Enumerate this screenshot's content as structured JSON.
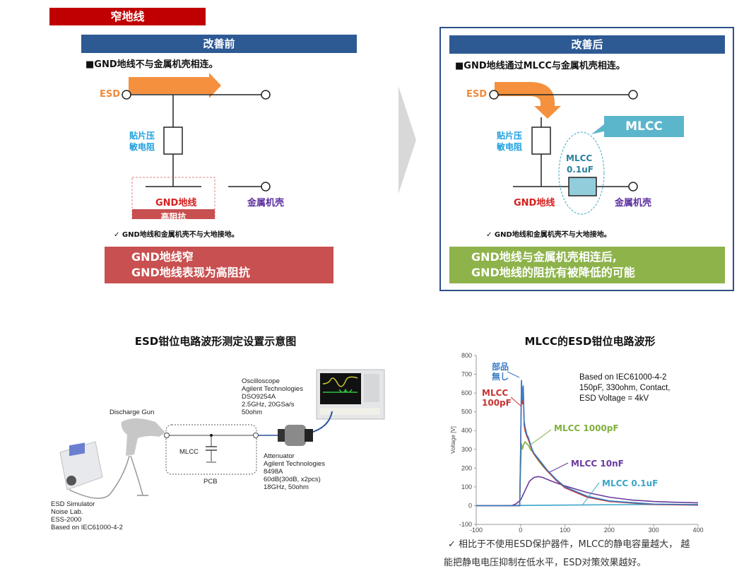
{
  "section_title": "窄地线",
  "before": {
    "header": "改善前",
    "bullet": "■GND地线不与金属机壳相连。",
    "esd_label": "ESD",
    "varistor_label_1": "贴片压",
    "varistor_label_2": "敏电阻",
    "gnd_label": "GND地线",
    "high_impedance_label": "高阻抗",
    "case_label": "金属机壳",
    "note": "✓ GND地线和金属机壳不与大地接地。",
    "banner_line_1": "GND地线窄",
    "banner_line_2": "GND地线表现为高阻抗"
  },
  "after": {
    "header": "改善后",
    "bullet": "■GND地线通过MLCC与金属机壳相连。",
    "esd_label": "ESD",
    "varistor_label_1": "贴片压",
    "varistor_label_2": "敏电阻",
    "callout_label": "MLCC",
    "mlcc_label_1": "MLCC",
    "mlcc_label_2": "0.1uF",
    "gnd_label": "GND地线",
    "case_label": "金属机壳",
    "note": "✓ GND地线和金属机壳不与大地接地。",
    "banner_line_1": "GND地线与金属机壳相连后,",
    "banner_line_2": "GND地线的阻抗有被降低的可能"
  },
  "colors": {
    "section_red": "#c00000",
    "header_blue": "#2e5a94",
    "banner_red": "#c85050",
    "banner_green": "#8db34a",
    "esd_orange": "#f5913e",
    "mlcc_cyan": "#5bb6cc"
  },
  "setup": {
    "title": "ESD钳位电路波形测定设置示意图",
    "oscilloscope": [
      "Oscilloscope",
      "Agilent Technologies",
      "DSO9254A",
      "2.5GHz, 20GSa/s",
      "50ohm"
    ],
    "discharge_gun": "Discharge Gun",
    "mlcc": "MLCC",
    "pcb": "PCB",
    "attenuator": [
      "Attenuator",
      "Agilent Technologies",
      "8498A",
      "60dB(30dB, x2pcs)",
      "18GHz, 50ohm"
    ],
    "simulator": [
      "ESD Simulator",
      "Noise Lab.",
      "ESS-2000",
      "Based on IEC61000-4-2"
    ]
  },
  "chart_data": {
    "type": "line",
    "title": "MLCC的ESD钳位电路波形",
    "xlabel": "",
    "ylabel": "Voltage [V]",
    "xlim": [
      -100,
      400
    ],
    "ylim": [
      -100,
      800
    ],
    "xticks": [
      "-100",
      "0",
      "100",
      "200",
      "300",
      "400"
    ],
    "yticks": [
      "-100",
      "0",
      "100",
      "200",
      "300",
      "400",
      "500",
      "600",
      "700",
      "800"
    ],
    "grid": false,
    "annotation": [
      "Based on IEC61000-4-2",
      "150pF, 330ohm, Contact,",
      "ESD Voltage = 4kV"
    ],
    "series": [
      {
        "name": "部品無し",
        "label_lines": [
          "部品",
          "無し"
        ],
        "color": "#3a7cc4",
        "x": [
          -100,
          -2,
          0,
          2,
          4,
          6,
          8,
          10,
          14,
          18,
          22,
          26,
          30,
          40,
          50,
          60,
          80,
          100,
          150,
          200,
          300,
          400
        ],
        "y": [
          0,
          0,
          300,
          670,
          560,
          640,
          450,
          420,
          380,
          360,
          330,
          300,
          280,
          250,
          220,
          190,
          140,
          100,
          50,
          25,
          8,
          5
        ]
      },
      {
        "name": "MLCC 100pF",
        "label_lines": [
          "MLCC",
          "100pF"
        ],
        "color": "#c83232",
        "x": [
          -100,
          -2,
          0,
          2,
          4,
          6,
          8,
          10,
          14,
          18,
          22,
          26,
          30,
          40,
          50,
          60,
          80,
          100,
          150,
          200,
          300,
          400
        ],
        "y": [
          0,
          0,
          280,
          660,
          540,
          620,
          430,
          400,
          370,
          350,
          320,
          295,
          275,
          245,
          215,
          185,
          135,
          95,
          45,
          22,
          6,
          3
        ]
      },
      {
        "name": "MLCC 1000pF",
        "label_lines": [
          "MLCC 1000pF"
        ],
        "color": "#7fb03c",
        "x": [
          -100,
          -2,
          0,
          2,
          4,
          6,
          10,
          14,
          18,
          22,
          26,
          30,
          40,
          50,
          60,
          80,
          100,
          150,
          200,
          300,
          400
        ],
        "y": [
          0,
          0,
          200,
          330,
          300,
          320,
          340,
          330,
          320,
          300,
          290,
          275,
          240,
          210,
          185,
          140,
          100,
          50,
          25,
          8,
          5
        ]
      },
      {
        "name": "MLCC 10nF",
        "label_lines": [
          "MLCC 10nF"
        ],
        "color": "#6a3a9e",
        "x": [
          -100,
          -20,
          -10,
          0,
          10,
          20,
          30,
          40,
          50,
          70,
          100,
          150,
          200,
          250,
          300,
          350,
          400
        ],
        "y": [
          0,
          0,
          10,
          30,
          80,
          130,
          150,
          155,
          150,
          130,
          105,
          70,
          45,
          30,
          22,
          18,
          15
        ]
      },
      {
        "name": "MLCC 0.1uF",
        "label_lines": [
          "MLCC 0.1uF"
        ],
        "color": "#3aa6c8",
        "x": [
          -100,
          0,
          100,
          200,
          300,
          400
        ],
        "y": [
          0,
          1,
          3,
          5,
          6,
          6
        ]
      }
    ]
  },
  "caption_line_1": "✓ 相比于不使用ESD保护器件，MLCC的静电容量越大， 越",
  "caption_line_2": "能把静电电压抑制在低水平，ESD对策效果越好。"
}
